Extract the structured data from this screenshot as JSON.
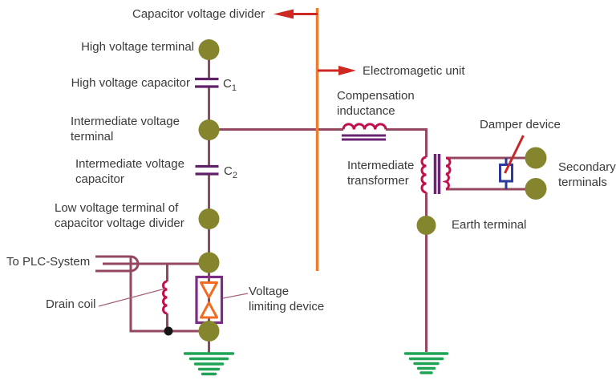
{
  "diagram": {
    "type": "circuit-schematic",
    "subject": "Capacitor voltage transformer (capacitive voltage divider with electromagnetic unit)"
  },
  "labels": {
    "capacitor_voltage_divider": "Capacitor voltage divider",
    "high_voltage_terminal": "High voltage terminal",
    "high_voltage_capacitor": "High voltage capacitor",
    "c1": {
      "base": "C",
      "sub": "1"
    },
    "intermediate_voltage_terminal": "Intermediate voltage\nterminal",
    "intermediate_voltage_capacitor": "Intermediate voltage\ncapacitor",
    "c2": {
      "base": "C",
      "sub": "2"
    },
    "low_voltage_terminal": "Low voltage terminal of\ncapacitor voltage divider",
    "to_plc_system": "To PLC-System",
    "drain_coil": "Drain coil",
    "voltage_limiting_device": "Voltage\nlimiting device",
    "electromagnetic_unit": "Electromagetic unit",
    "compensation_inductance": "Compensation\ninductance",
    "intermediate_transformer": "Intermediate\ntransformer",
    "damper_device": "Damper device",
    "secondary_terminals": "Secondary\nterminals",
    "earth_terminal": "Earth terminal"
  },
  "colors": {
    "wire": "#94485F",
    "divider_line_orange": "#EC7D2E",
    "arrow_red": "#CE2823",
    "winding_crimson": "#C2104E",
    "capacitor_plate_purple": "#5E2166",
    "core_purple": "#6B2472",
    "vld_box_purple": "#7B2D85",
    "vld_triangle_orange": "#F26B21",
    "damper_blue": "#2B3A9B",
    "terminal_olive": "#85852D",
    "ground_green": "#1FA355",
    "text": "#3A3A3A",
    "junction_black": "#151515"
  }
}
